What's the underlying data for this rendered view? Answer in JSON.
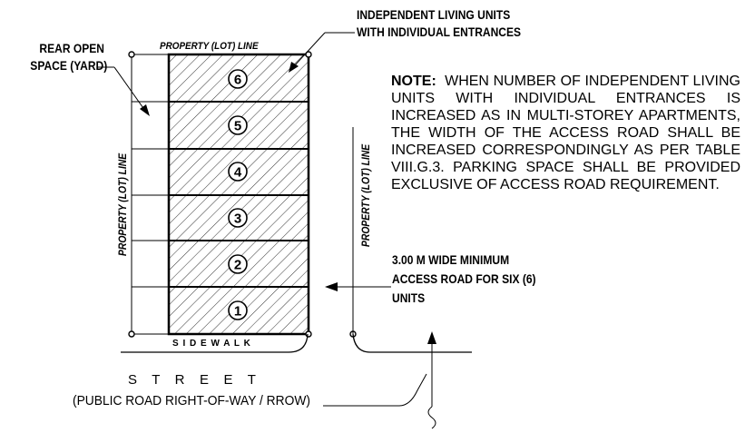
{
  "diagram": {
    "labels": {
      "independent_units": [
        "INDEPENDENT LIVING UNITS",
        "WITH INDIVIDUAL ENTRANCES"
      ],
      "rear_open_space": [
        "REAR OPEN",
        "SPACE (YARD)"
      ],
      "property_line_top": "PROPERTY (LOT) LINE",
      "property_line_left": "PROPERTY (LOT) LINE",
      "property_line_right": "PROPERTY (LOT) LINE",
      "sidewalk": "S I D E W A L K",
      "street": "S   T   R   E   E   T",
      "rrow": "(PUBLIC ROAD RIGHT-OF-WAY / RROW)",
      "access_road": [
        "3.00 M WIDE MINIMUM",
        "ACCESS ROAD FOR SIX (6)",
        "UNITS"
      ]
    },
    "note": {
      "heading": "NOTE:",
      "text": "WHEN NUMBER OF INDEPENDENT LIVING UNITS WITH INDIVIDUAL ENTRANCES IS INCREASED AS IN MULTI-STOREY APARTMENTS, THE WIDTH OF THE ACCESS ROAD SHALL BE INCREASED CORRESPONDINGLY AS PER TABLE VIII.G.3. PARKING SPACE SHALL BE PROVIDED EXCLUSIVE OF ACCESS ROAD REQUIREMENT."
    },
    "units": [
      "6",
      "5",
      "4",
      "3",
      "2",
      "1"
    ]
  }
}
